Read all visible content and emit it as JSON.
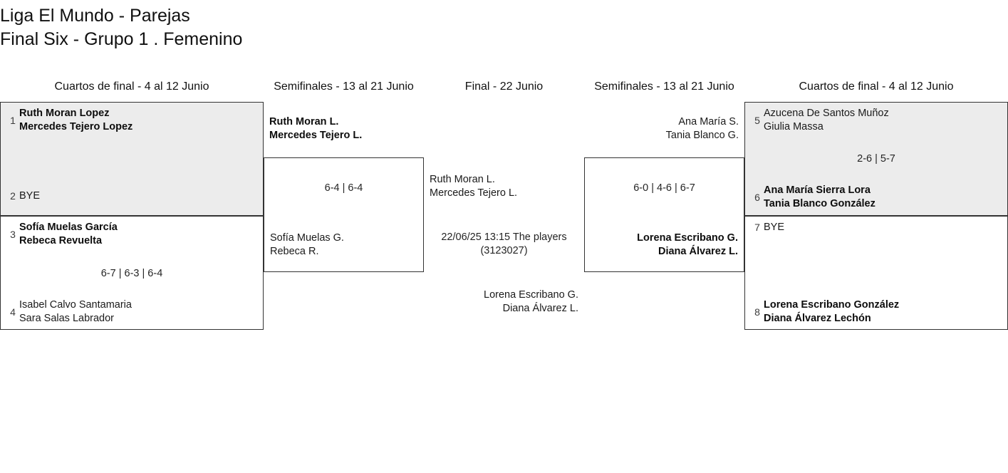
{
  "title": {
    "line1": "Liga El Mundo - Parejas",
    "line2": "Final Six - Grupo 1 . Femenino"
  },
  "colors": {
    "shaded_row": "#ececec",
    "border": "#333333",
    "text": "#1a1a1a",
    "page_background": "#ffffff"
  },
  "headers": {
    "left_quarterfinals": "Cuartos de final - 4 al 12 Junio",
    "left_semifinals": "Semifinales - 13 al 21 Junio",
    "final": "Final - 22 Junio",
    "right_semifinals": "Semifinales - 13 al 21 Junio",
    "right_quarterfinals": "Cuartos de final - 4 al 12 Junio"
  },
  "left": {
    "quarterfinals": [
      {
        "top": {
          "seed": "1",
          "name1": "Ruth Moran Lopez",
          "name2": "Mercedes Tejero Lopez",
          "winner": true
        },
        "bottom": {
          "seed": "2",
          "name1": "BYE",
          "name2": "",
          "winner": false
        },
        "score": ""
      },
      {
        "top": {
          "seed": "3",
          "name1": "Sofía Muelas García",
          "name2": "Rebeca Revuelta",
          "winner": true
        },
        "bottom": {
          "seed": "4",
          "name1": "Isabel Calvo Santamaria",
          "name2": "Sara Salas Labrador",
          "winner": false
        },
        "score": "6-7 | 6-3 | 6-4"
      }
    ],
    "semifinal": {
      "top": {
        "name1": "Ruth Moran L.",
        "name2": "Mercedes Tejero L.",
        "winner": true
      },
      "bottom": {
        "name1": "Sofía Muelas G.",
        "name2": "Rebeca R.",
        "winner": false
      },
      "score": "6-4 | 6-4"
    }
  },
  "final": {
    "top": {
      "name1": "Ruth Moran L.",
      "name2": "Mercedes Tejero L.",
      "winner": false
    },
    "bottom": {
      "name1": "Lorena Escribano G.",
      "name2": "Diana Álvarez L.",
      "winner": false
    },
    "meta_line1": "22/06/25 13:15 The players",
    "meta_line2": "(3123027)"
  },
  "right": {
    "semifinal": {
      "top": {
        "name1": "Ana María S.",
        "name2": "Tania Blanco G.",
        "winner": false
      },
      "bottom": {
        "name1": "Lorena Escribano G.",
        "name2": "Diana Álvarez L.",
        "winner": true
      },
      "score": "6-0 | 4-6 | 6-7"
    },
    "quarterfinals": [
      {
        "top": {
          "seed": "5",
          "name1": "Azucena De Santos Muñoz",
          "name2": "Giulia Massa",
          "winner": false
        },
        "bottom": {
          "seed": "6",
          "name1": "Ana María Sierra Lora",
          "name2": "Tania Blanco González",
          "winner": true
        },
        "score": "2-6 | 5-7"
      },
      {
        "top": {
          "seed": "7",
          "name1": "BYE",
          "name2": "",
          "winner": false
        },
        "bottom": {
          "seed": "8",
          "name1": "Lorena Escribano González",
          "name2": "Diana Álvarez Lechón",
          "winner": true
        },
        "score": ""
      }
    ]
  }
}
